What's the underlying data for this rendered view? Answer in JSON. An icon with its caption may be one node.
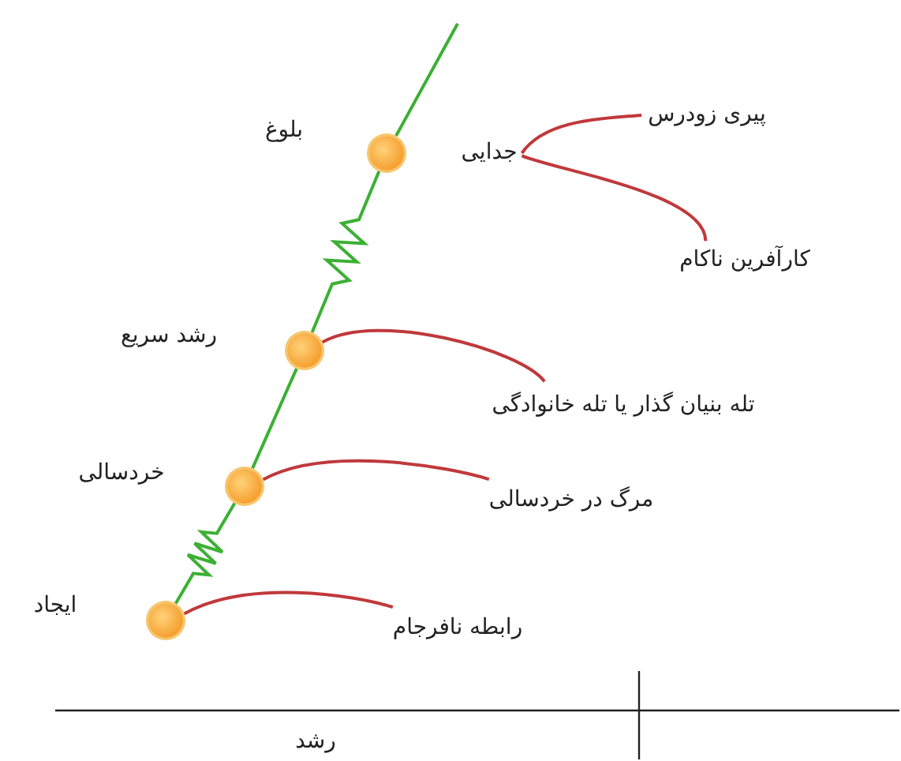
{
  "diagram": {
    "nodes": [
      {
        "text": [],
        "shape": "circle",
        "beside": [
          "بلوغ"
        ]
      },
      {
        "text": [
          "جدایی"
        ]
      },
      {
        "text": [
          "پیری زودرس"
        ]
      },
      {
        "text": [
          "کارآفرین ناکام"
        ]
      },
      {
        "text": [],
        "shape": "circle",
        "beside": [
          "رشد سریع"
        ]
      },
      {
        "text": [
          "تله بنیان گذار یا تله خانوادگی"
        ]
      },
      {
        "text": [],
        "shape": "circle",
        "beside": [
          "خردسالی"
        ]
      },
      {
        "text": [
          "مرگ در خردسالی"
        ]
      },
      {
        "text": [],
        "shape": "circle",
        "beside": [
          "ایجاد"
        ]
      },
      {
        "text": [
          "رابطه نافرجام"
        ]
      }
    ],
    "edges": [
      {
        "from": 1,
        "to": 2,
        "arrow": "none"
      },
      {
        "from": 1,
        "to": 3,
        "arrow": "none"
      },
      {
        "from": 4,
        "to": 5,
        "arrow": "none"
      },
      {
        "from": 6,
        "to": 7,
        "arrow": "none"
      },
      {
        "from": 8,
        "to": 9,
        "arrow": "none"
      },
      {
        "from": 8,
        "to": 6,
        "arrow": "none",
        "color": "#3cb034"
      },
      {
        "from": 6,
        "to": 4,
        "arrow": "none",
        "color": "#3cb034"
      },
      {
        "from": 4,
        "to": 0,
        "arrow": "none",
        "color": "#3cb034"
      },
      {
        "from": 0,
        "to": null,
        "arrow": "none",
        "color": "#3cb034"
      }
    ],
    "labels": [
      "رشد"
    ]
  }
}
